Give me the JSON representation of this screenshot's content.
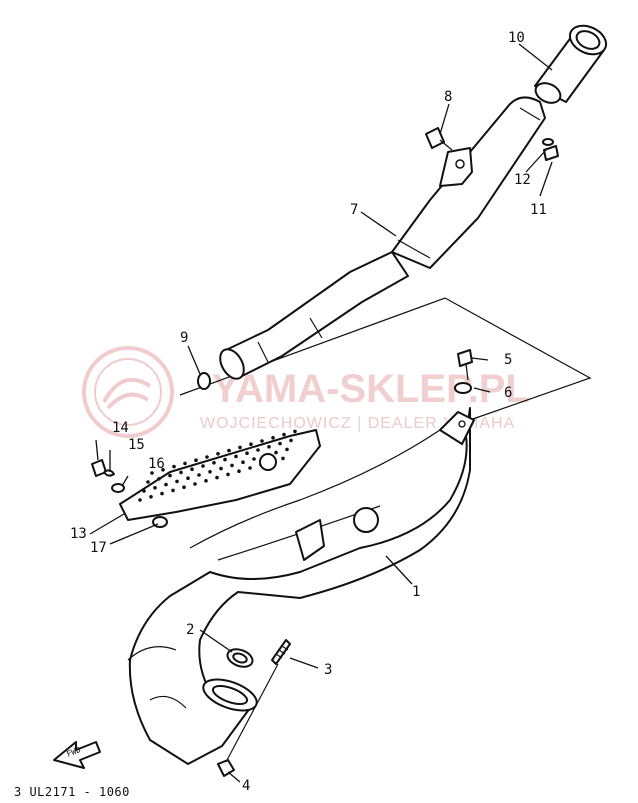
{
  "diagram": {
    "parts": [
      {
        "id": "1"
      },
      {
        "id": "2"
      },
      {
        "id": "3"
      },
      {
        "id": "4"
      },
      {
        "id": "5"
      },
      {
        "id": "6"
      },
      {
        "id": "7"
      },
      {
        "id": "8"
      },
      {
        "id": "9"
      },
      {
        "id": "10"
      },
      {
        "id": "11"
      },
      {
        "id": "12"
      },
      {
        "id": "13"
      },
      {
        "id": "14"
      },
      {
        "id": "15"
      },
      {
        "id": "16"
      },
      {
        "id": "17"
      }
    ],
    "drawing_code": "3 UL2171 - 1060",
    "direction_label": "FWD"
  },
  "watermark": {
    "title": "YAMA-SKLEP.PL",
    "subtitle": "WOJCIECHOWICZ | DEALER YAMAHA",
    "color": "#e8a8a8"
  }
}
